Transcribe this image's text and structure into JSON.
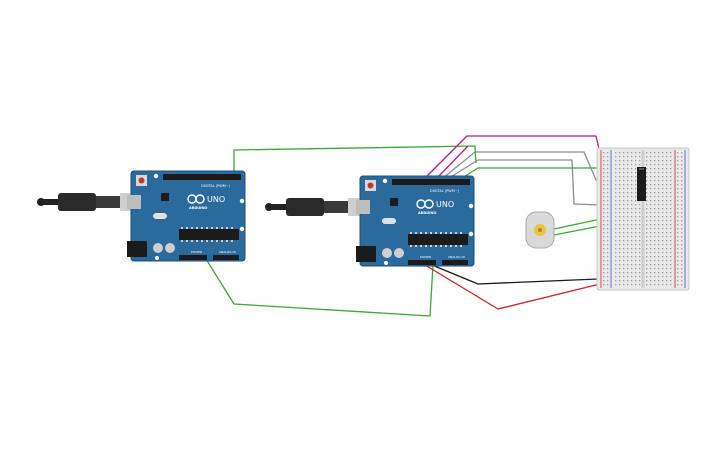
{
  "diagram": {
    "boards": [
      {
        "id": "arduino-left",
        "logo_text": "ARDUINO",
        "model_text": "UNO",
        "digital_label": "DIGITAL (PWM~)",
        "power_label": "POWER",
        "analog_label": "ANALOG IN"
      },
      {
        "id": "arduino-right",
        "logo_text": "ARDUINO",
        "model_text": "UNO",
        "digital_label": "DIGITAL (PWM~)",
        "power_label": "POWER",
        "analog_label": "ANALOG IN"
      }
    ],
    "wire_colors": {
      "green": "#3aa835",
      "magenta": "#c0197f",
      "gray": "#8c8c8c",
      "black": "#1a1a1a",
      "red": "#cc2222"
    },
    "colors": {
      "board": "#2b6a9c",
      "board_edge": "#1d4f78",
      "breadboard": "#e9e9e9",
      "motor": "#d9d9d9",
      "motor_center": "#e8c440"
    },
    "components": [
      "usb-cable",
      "arduino-uno",
      "breadboard",
      "dc-motor",
      "motor-driver-ic"
    ]
  }
}
